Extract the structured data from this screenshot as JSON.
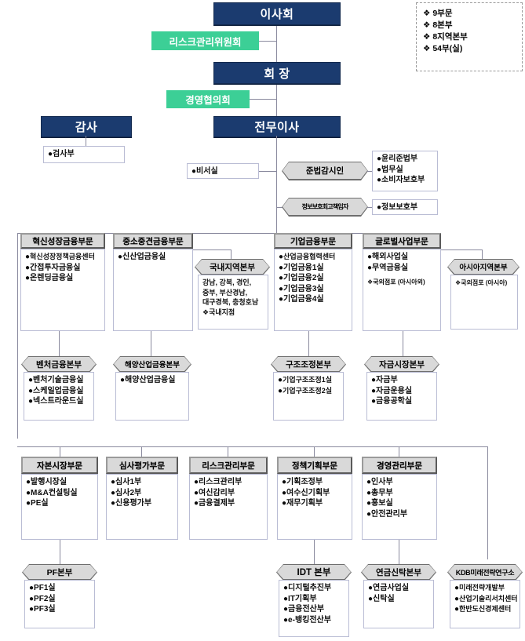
{
  "title": "조직도",
  "colors": {
    "navy": "#1b3b6f",
    "green": "#3ccf96",
    "grey_head": "#d9d9d9",
    "line": "#8a8a9e"
  },
  "legend": {
    "name": "summary-legend",
    "items": [
      "9부문",
      "8본부",
      "8지역본부",
      "54부(실)"
    ],
    "bullet": "❖"
  },
  "top": {
    "board": "이사회",
    "risk_committee": "리스크관리위원회",
    "chairman": "회  장",
    "management_council": "경영협의회",
    "auditor": "감사",
    "managing_director": "전무이사"
  },
  "auditor_depts": [
    "검사부"
  ],
  "secretary": {
    "label": "비서실"
  },
  "compliance": {
    "officer": "준법감시인",
    "depts": [
      "윤리준법부",
      "법무실",
      "소비자보호부"
    ]
  },
  "ciso": {
    "officer": "정보보호최고책임자",
    "depts": [
      "정보보호부"
    ]
  },
  "divisions_row1": [
    {
      "name": "혁신성장금융부문",
      "depts": [
        "혁신성장정책금융센터",
        "간접투자금융실",
        "온렌딩금융실"
      ]
    },
    {
      "name": "중소중견금융부문",
      "depts": [
        "신산업금융실"
      ]
    },
    {
      "name": "기업금융부문",
      "depts": [
        "산업금융협력센터",
        "기업금융1실",
        "기업금융2실",
        "기업금융3실",
        "기업금융4실"
      ]
    },
    {
      "name": "글로벌사업부문",
      "depts": [
        "해외사업실",
        "무역금융실"
      ],
      "notes": [
        "국외점포 (아시아외)"
      ]
    }
  ],
  "regional_hq_domestic": {
    "name": "국내지역본부",
    "regions": [
      "강남, 강북, 경인,",
      "중부,  부산경남,",
      "대구경북, 충청호남"
    ],
    "notes": [
      "국내지점"
    ]
  },
  "regional_hq_asia": {
    "name": "아시아지역본부",
    "notes": [
      "국외점포 (아시아)"
    ]
  },
  "hq_row2": [
    {
      "name": "벤처금융본부",
      "depts": [
        "벤처기술금융실",
        "스케일업금융실",
        "넥스트라운드실"
      ]
    },
    {
      "name": "해양산업금융본부",
      "depts": [
        "해양산업금융실"
      ]
    },
    {
      "name": "구조조정본부",
      "depts": [
        "기업구조조정1실",
        "기업구조조정2실"
      ]
    },
    {
      "name": "자금시장본부",
      "depts": [
        "자금부",
        "자금운용실",
        "금융공학실"
      ]
    }
  ],
  "divisions_row3": [
    {
      "name": "자본시장부문",
      "depts": [
        "발행시장실",
        "M&A컨설팅실",
        "PE실"
      ]
    },
    {
      "name": "심사평가부문",
      "depts": [
        "심사1부",
        "심사2부",
        "신용평가부"
      ]
    },
    {
      "name": "리스크관리부문",
      "depts": [
        "리스크관리부",
        "여신감리부",
        "금융결제부"
      ]
    },
    {
      "name": "정책기획부문",
      "depts": [
        "기획조정부",
        "여수신기획부",
        "재무기획부"
      ]
    },
    {
      "name": "경영관리부문",
      "depts": [
        "인사부",
        "총무부",
        "홍보실",
        "안전관리부"
      ]
    }
  ],
  "hq_row4": [
    {
      "name": "PF본부",
      "depts": [
        "PF1실",
        "PF2실",
        "PF3실"
      ]
    },
    {
      "name": "IDT 본부",
      "depts": [
        "디지털추진부",
        "IT기획부",
        "금융전산부",
        "e-뱅킹전산부"
      ]
    },
    {
      "name": "연금신탁본부",
      "depts": [
        "연금사업실",
        "신탁실"
      ]
    },
    {
      "name": "KDB미래전략연구소",
      "depts": [
        "미래전략개발부",
        "산업기술리서치센터",
        "한반도신경제센터"
      ]
    }
  ],
  "bullets": {
    "dept": "●",
    "note": "❖"
  }
}
